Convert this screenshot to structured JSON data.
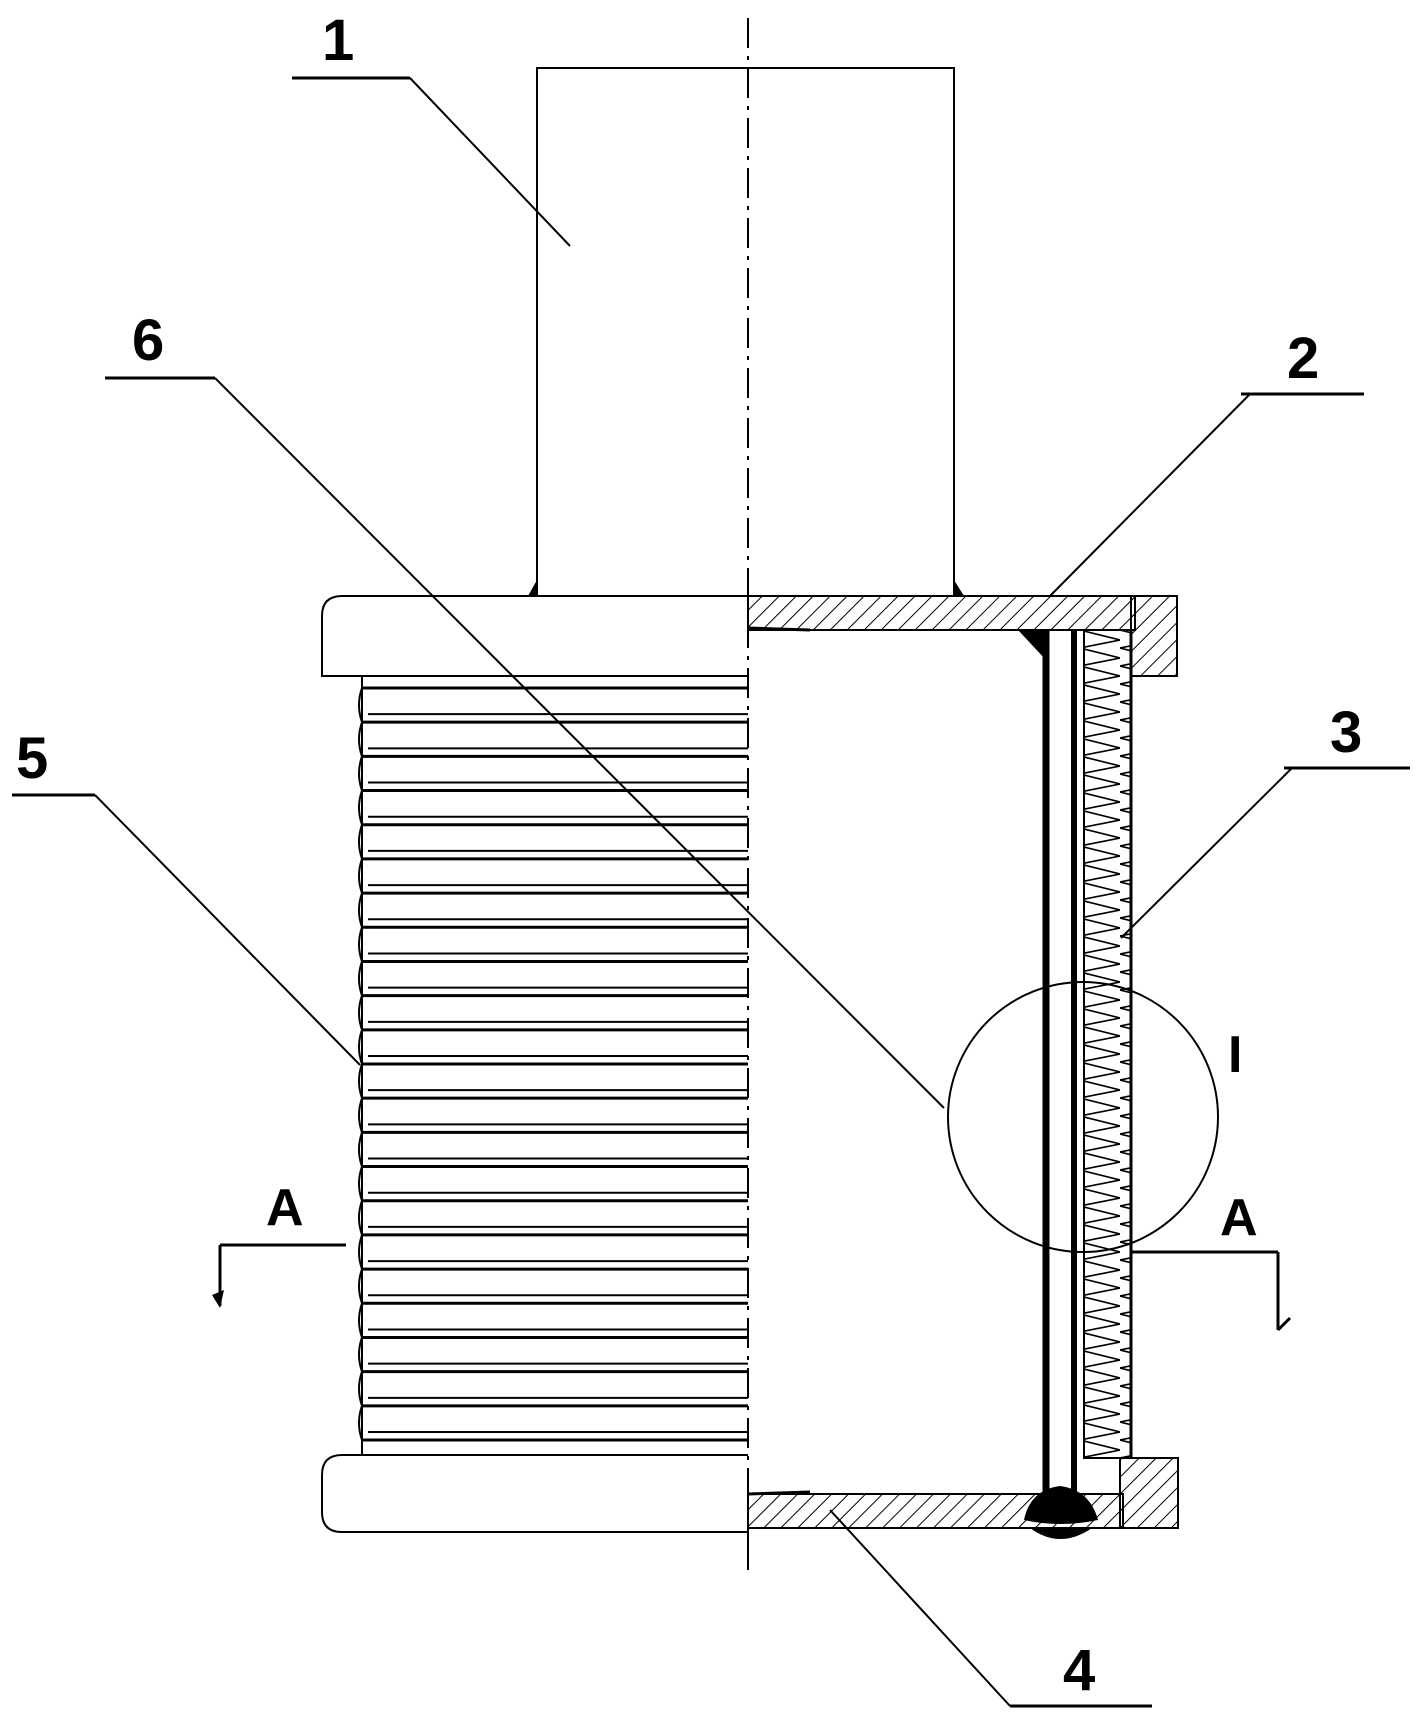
{
  "figure": {
    "part_labels": [
      {
        "id": "label-1",
        "text": "1"
      },
      {
        "id": "label-2",
        "text": "2"
      },
      {
        "id": "label-3",
        "text": "3"
      },
      {
        "id": "label-4",
        "text": "4"
      },
      {
        "id": "label-5",
        "text": "5"
      },
      {
        "id": "label-6",
        "text": "6"
      }
    ],
    "detail_label": "I",
    "section_label_left": "A",
    "section_label_right": "A"
  },
  "colors": {
    "line": "#000000",
    "background": "#ffffff"
  }
}
